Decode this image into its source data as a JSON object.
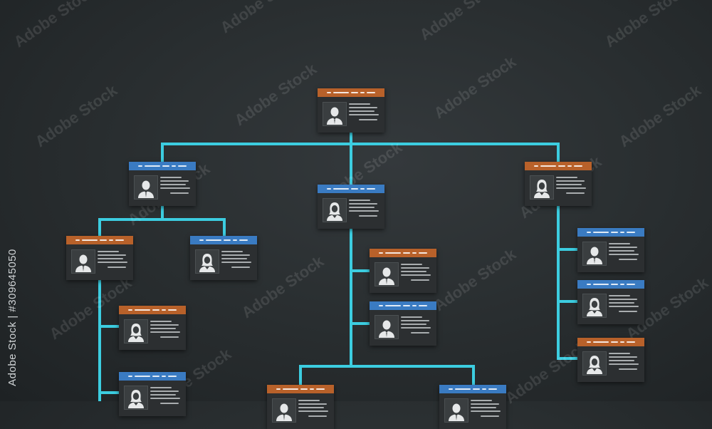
{
  "colors": {
    "background": "#2a2f31",
    "connector": "#3ccde0",
    "header_orange": "#b8612a",
    "header_blue": "#3a7bc2",
    "card_body": "#2c2f31"
  },
  "watermark": {
    "text": "Adobe Stock"
  },
  "stock_id": {
    "text": "Adobe Stock | #309645050"
  },
  "org_chart": {
    "nodes": [
      {
        "id": "root",
        "header": "orange",
        "avatar": "man-icon"
      },
      {
        "id": "left-manager",
        "header": "blue",
        "avatar": "man-icon"
      },
      {
        "id": "center-manager",
        "header": "blue",
        "avatar": "woman-icon"
      },
      {
        "id": "right-manager",
        "header": "orange",
        "avatar": "woman-icon"
      },
      {
        "id": "left-sub-1",
        "header": "orange",
        "avatar": "man-icon"
      },
      {
        "id": "left-sub-2",
        "header": "blue",
        "avatar": "woman-icon"
      },
      {
        "id": "left-sub-1-child-1",
        "header": "orange",
        "avatar": "woman-icon"
      },
      {
        "id": "left-sub-1-child-2",
        "header": "blue",
        "avatar": "woman-icon"
      },
      {
        "id": "center-sub-1",
        "header": "orange",
        "avatar": "man-icon"
      },
      {
        "id": "center-sub-2",
        "header": "blue",
        "avatar": "man-icon"
      },
      {
        "id": "center-bottom-left",
        "header": "orange",
        "avatar": "man-icon"
      },
      {
        "id": "center-bottom-right",
        "header": "blue",
        "avatar": "man-icon"
      },
      {
        "id": "right-sub-1",
        "header": "blue",
        "avatar": "man-icon"
      },
      {
        "id": "right-sub-2",
        "header": "blue",
        "avatar": "woman-icon"
      },
      {
        "id": "right-sub-3",
        "header": "orange",
        "avatar": "woman-icon"
      }
    ]
  }
}
